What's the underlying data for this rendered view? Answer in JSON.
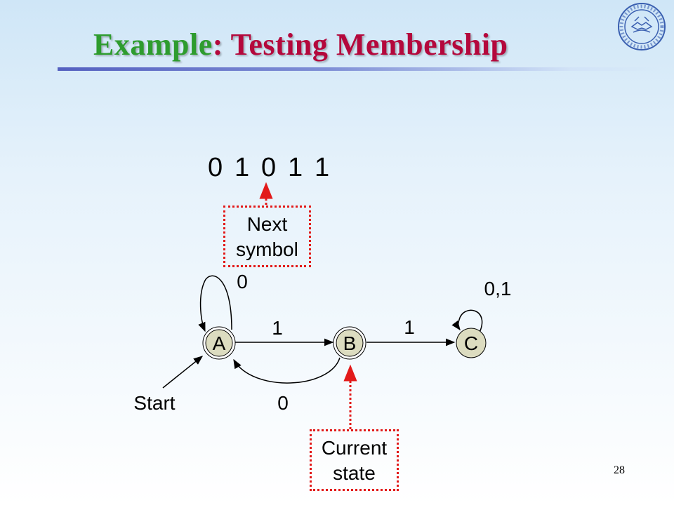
{
  "slide": {
    "title_part1": "Example",
    "title_part2": ": Testing Membership",
    "page_number": "28",
    "title_colors": {
      "part1": "#2e9c2e",
      "part2": "#b4083c"
    }
  },
  "input_string": [
    "0",
    "1",
    "0",
    "1",
    "1"
  ],
  "callouts": {
    "next_symbol": {
      "line1": "Next",
      "line2": "symbol"
    },
    "current_state": {
      "line1": "Current",
      "line2": "state"
    },
    "border_color": "#e21a1a"
  },
  "automaton": {
    "states": [
      {
        "id": "A",
        "label": "A",
        "start": true
      },
      {
        "id": "B",
        "label": "B"
      },
      {
        "id": "C",
        "label": "C"
      }
    ],
    "transitions": [
      {
        "from": "A",
        "to": "A",
        "label": "0"
      },
      {
        "from": "A",
        "to": "B",
        "label": "1"
      },
      {
        "from": "B",
        "to": "A",
        "label": "0"
      },
      {
        "from": "B",
        "to": "C",
        "label": "1"
      },
      {
        "from": "C",
        "to": "C",
        "label": "0,1"
      }
    ],
    "start_label": "Start",
    "state_fill": "#dcdcc0"
  },
  "logo": {
    "icon": "university-seal-icon"
  }
}
